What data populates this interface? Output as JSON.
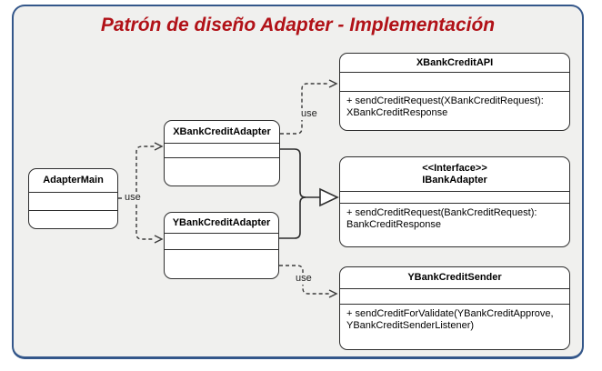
{
  "title": "Patrón de diseño Adapter - Implementación",
  "classes": [
    {
      "name": "AdapterMain"
    },
    {
      "name": "XBankCreditAdapter"
    },
    {
      "name": "YBankCreditAdapter"
    },
    {
      "name": "XBankCreditAPI",
      "methods": "+ sendCreditRequest(XBankCreditRequest): XBankCreditResponse"
    },
    {
      "stereotype": "<<Interface>>",
      "name": "IBankAdapter",
      "methods": "+ sendCreditRequest(BankCreditRequest): BankCreditResponse"
    },
    {
      "name": "YBankCreditSender",
      "methods": "+ sendCreditForValidate(YBankCreditApprove, YBankCreditSenderListener)"
    }
  ],
  "edges": {
    "use_main_label": "use",
    "use_x_label": "use",
    "use_y_label": "use"
  },
  "colors": {
    "frame_border": "#34578a",
    "frame_background": "#f0f0ee",
    "title_text": "#b11218",
    "box_border": "#2e2e2e",
    "box_background": "#ffffff",
    "connector": "#3a3a3a"
  }
}
